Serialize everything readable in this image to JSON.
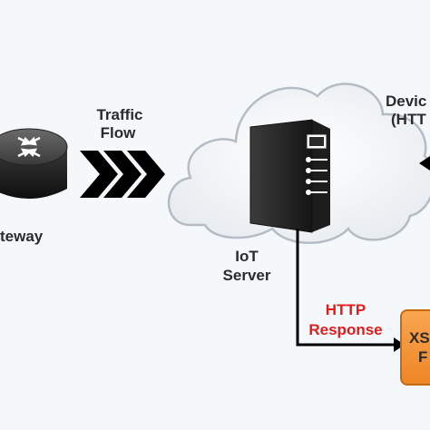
{
  "diagram": {
    "gateway_label": "teway",
    "traffic_label_line1": "Traffic",
    "traffic_label_line2": "Flow",
    "server_label_line1": "IoT",
    "server_label_line2": "Server",
    "device_label_line1": "Devic",
    "device_label_line2": "(HTT",
    "http_label_line1": "HTTP",
    "http_label_line2": "Response",
    "xss_label_line1": "XS",
    "xss_label_line2": "F"
  },
  "colors": {
    "background": "#f4f8fb",
    "cloud_fill": "#f7f8fa",
    "cloud_stroke": "#b4bcc5",
    "arrow_black": "#000000",
    "text_dark": "#2b2b2b",
    "http_red": "#e31b1b",
    "xss_orange": "#f5973a",
    "xss_border": "#c46b12"
  }
}
